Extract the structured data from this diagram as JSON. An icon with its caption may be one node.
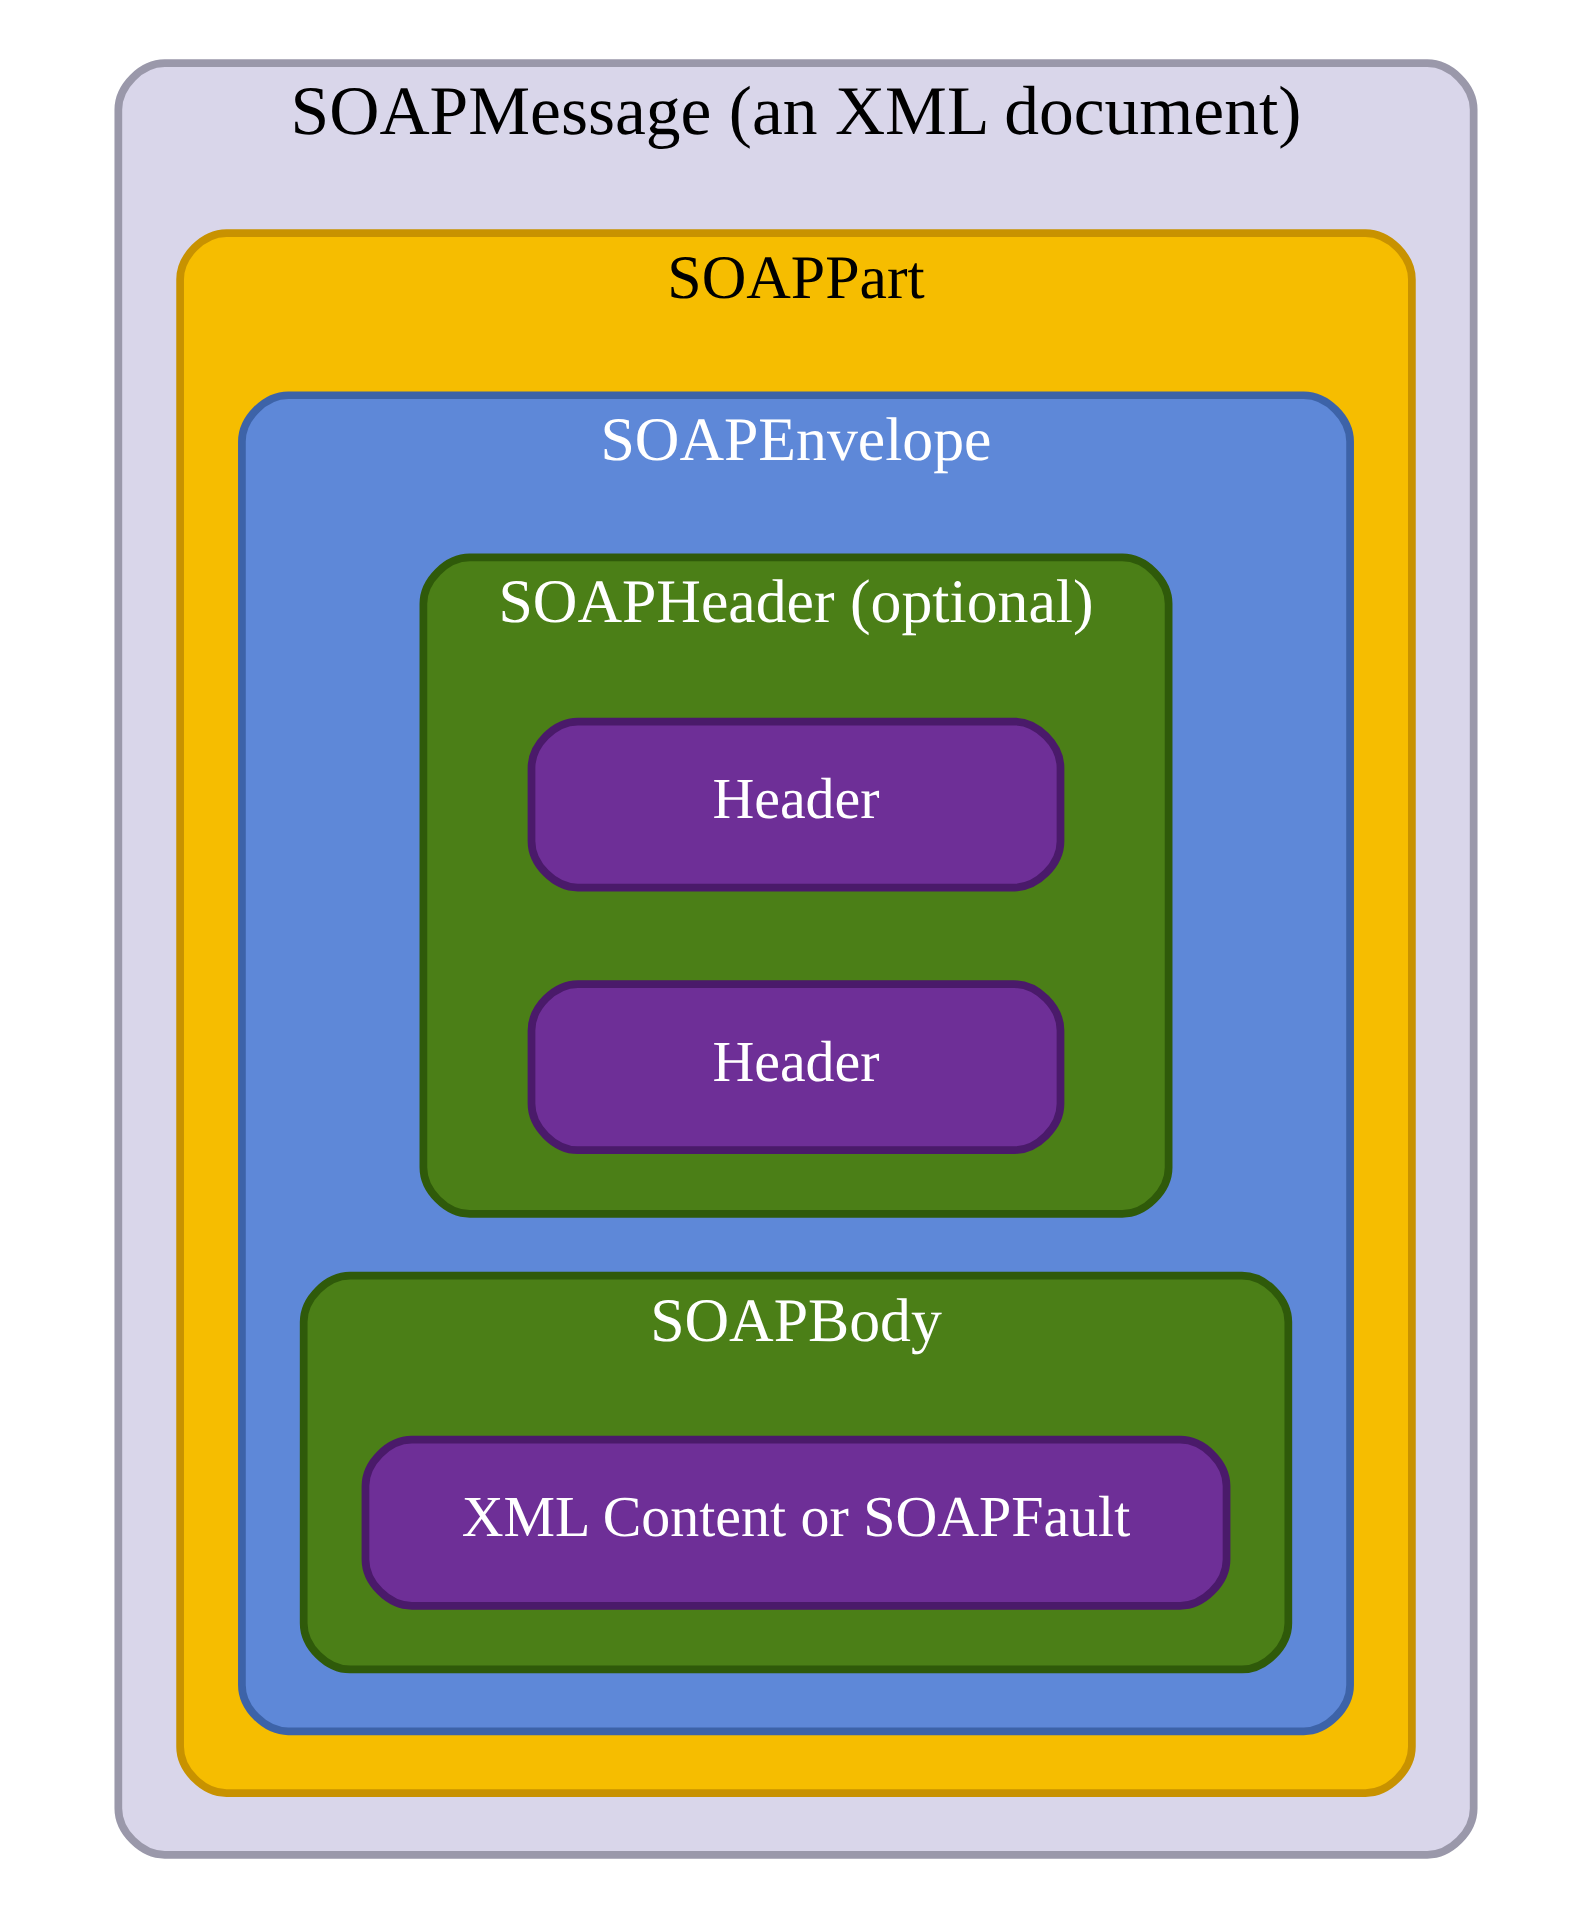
{
  "diagram": {
    "nodes": [
      {
        "text": [
          "SOAPMessage (an XML document)"
        ]
      },
      {
        "text": [
          "SOAPPart"
        ],
        "in": 0
      },
      {
        "text": [
          "SOAPEnvelope"
        ],
        "in": 1
      },
      {
        "text": [
          "SOAPHeader (optional)"
        ],
        "in": 2
      },
      {
        "text": [
          "Header"
        ],
        "in": 3
      },
      {
        "text": [
          "Header"
        ],
        "in": 3
      },
      {
        "text": [
          "SOAPBody"
        ],
        "in": 2
      },
      {
        "text": [
          "XML Content or SOAPFault"
        ],
        "in": 6
      }
    ]
  }
}
